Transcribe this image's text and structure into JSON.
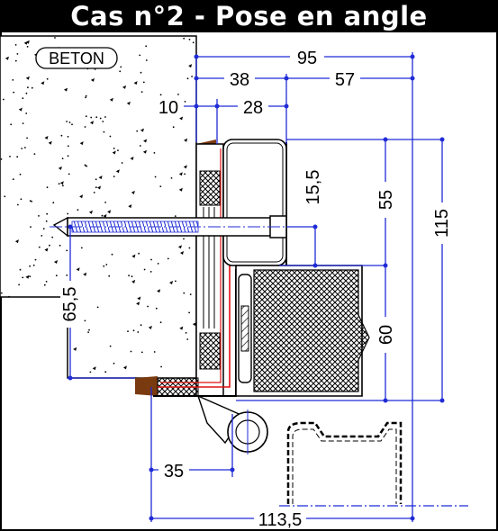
{
  "title": "Cas n°2 - Pose en angle",
  "material_label": "BETON",
  "dimensions": {
    "d95": "95",
    "d38": "38",
    "d57": "57",
    "d10": "10",
    "d28": "28",
    "d15_5": "15,5",
    "d55": "55",
    "d115": "115",
    "d65_5": "65,5",
    "d60": "60",
    "d35": "35",
    "d113_5": "113,5"
  },
  "colors": {
    "dimension": "#1f2bd6",
    "gasket": "#e01010",
    "wood": "#7a3a10",
    "outline": "#000000"
  }
}
